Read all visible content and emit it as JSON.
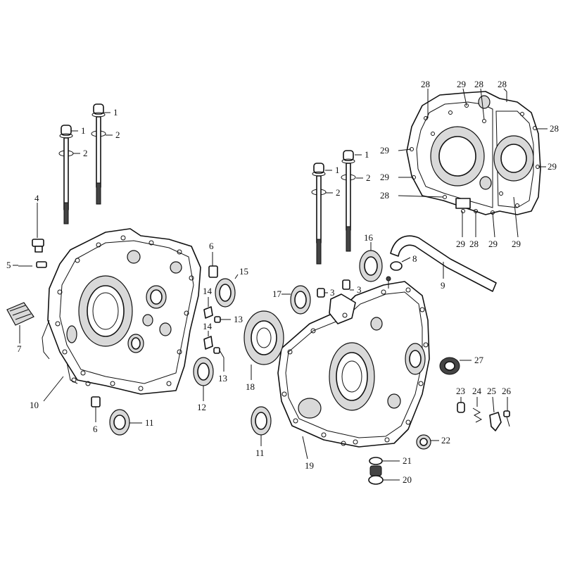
{
  "callouts": [
    "1",
    "1",
    "2",
    "2",
    "4",
    "5",
    "7",
    "10",
    "6",
    "11",
    "6",
    "15",
    "14",
    "13",
    "14",
    "13",
    "12",
    "18",
    "11",
    "17",
    "3",
    "3",
    "16",
    "8",
    "9",
    "27",
    "19",
    "22",
    "21",
    "20",
    "23",
    "24",
    "25",
    "26",
    "1",
    "1",
    "2",
    "2",
    "28",
    "29",
    "28",
    "28",
    "28",
    "29",
    "29",
    "29",
    "28",
    "29",
    "28",
    "29",
    "29"
  ]
}
